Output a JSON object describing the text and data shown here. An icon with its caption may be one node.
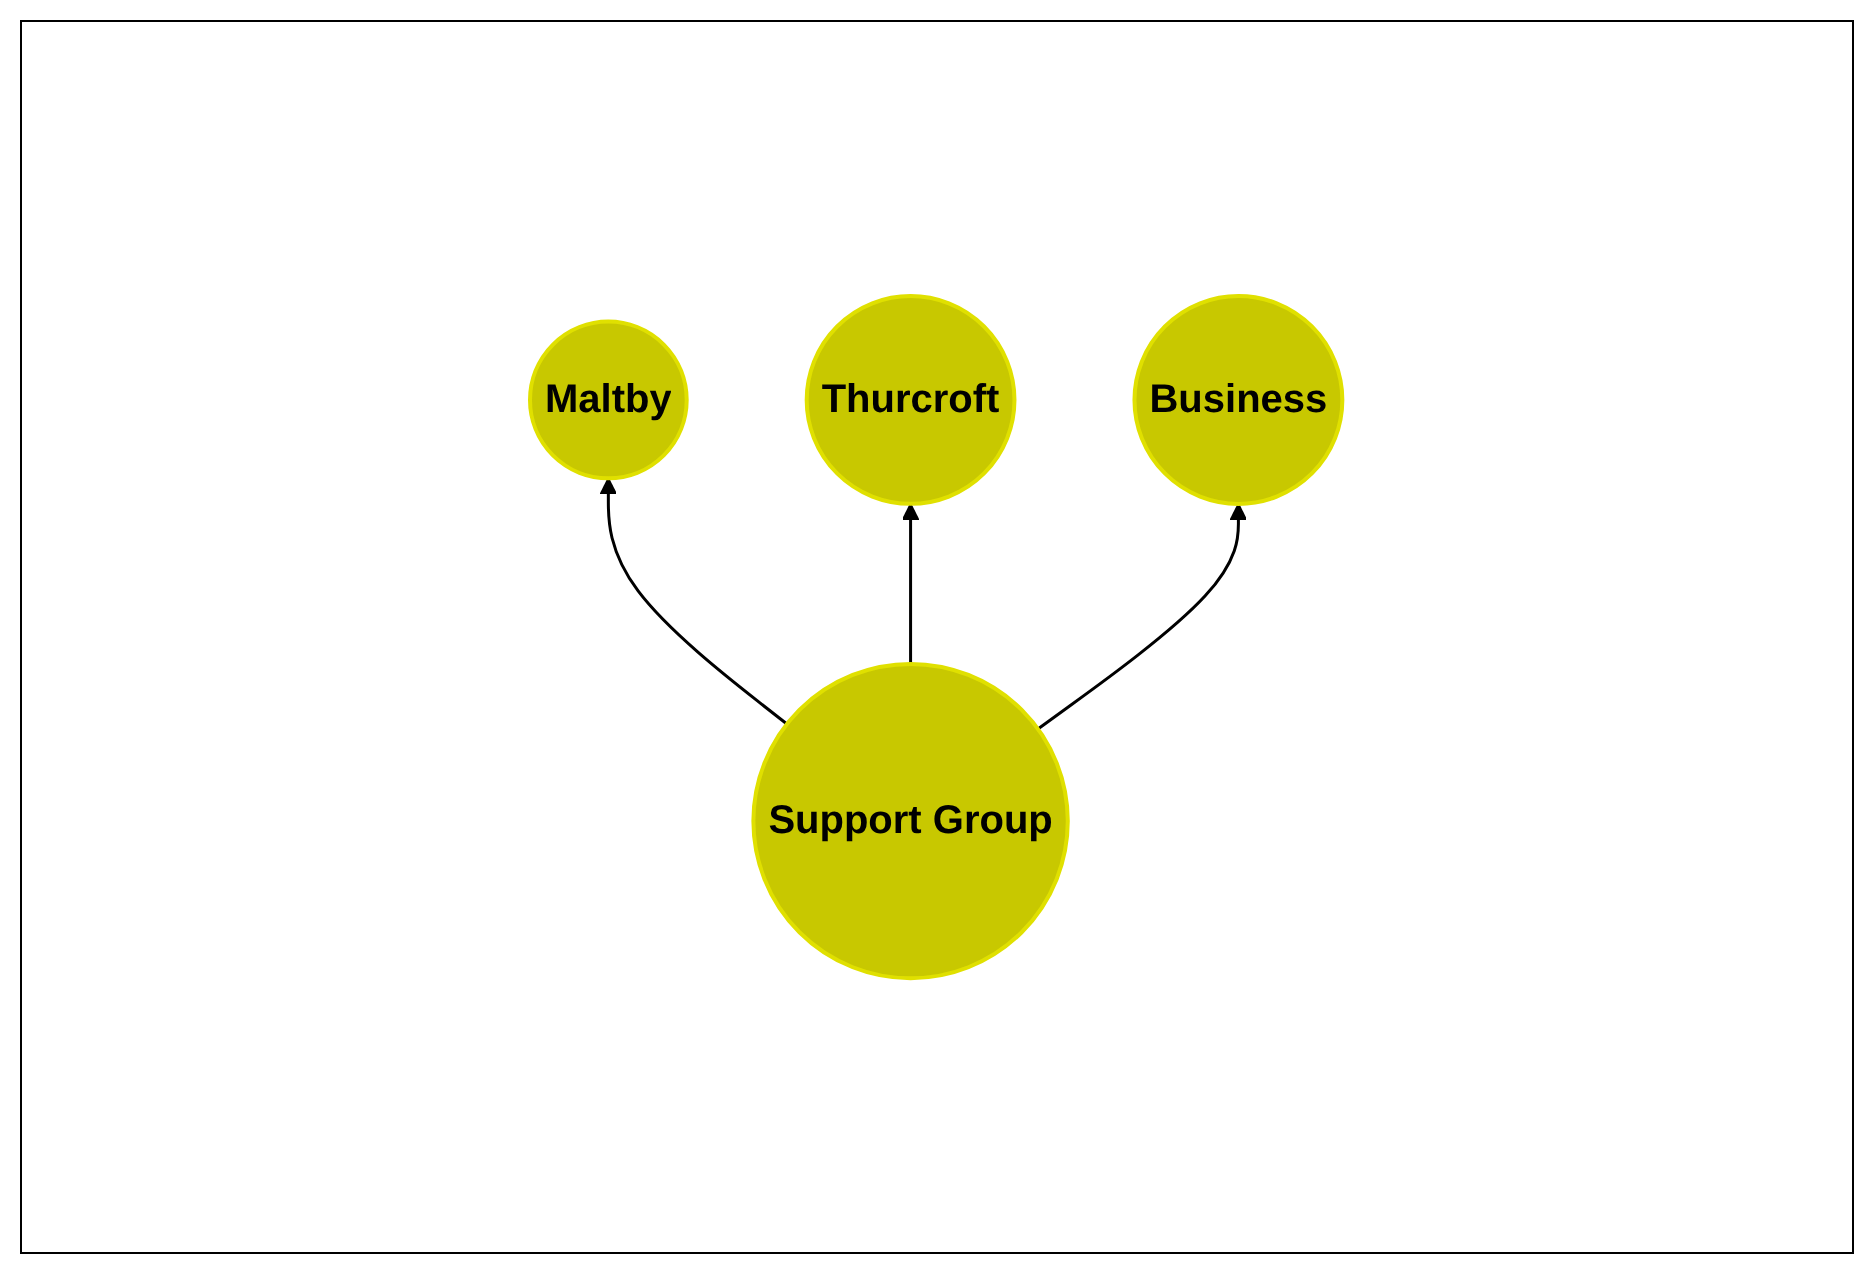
{
  "diagram": {
    "nodes": [
      {
        "text": [
          "Maltby"
        ]
      },
      {
        "text": [
          "Thurcroft"
        ]
      },
      {
        "text": [
          "Business"
        ]
      },
      {
        "text": [
          "Support Group"
        ]
      }
    ],
    "edges": [
      {
        "from": 3,
        "to": 0,
        "arrow": "to"
      },
      {
        "from": 3,
        "to": 1,
        "arrow": "to"
      },
      {
        "from": 3,
        "to": 2,
        "arrow": "to"
      }
    ]
  }
}
